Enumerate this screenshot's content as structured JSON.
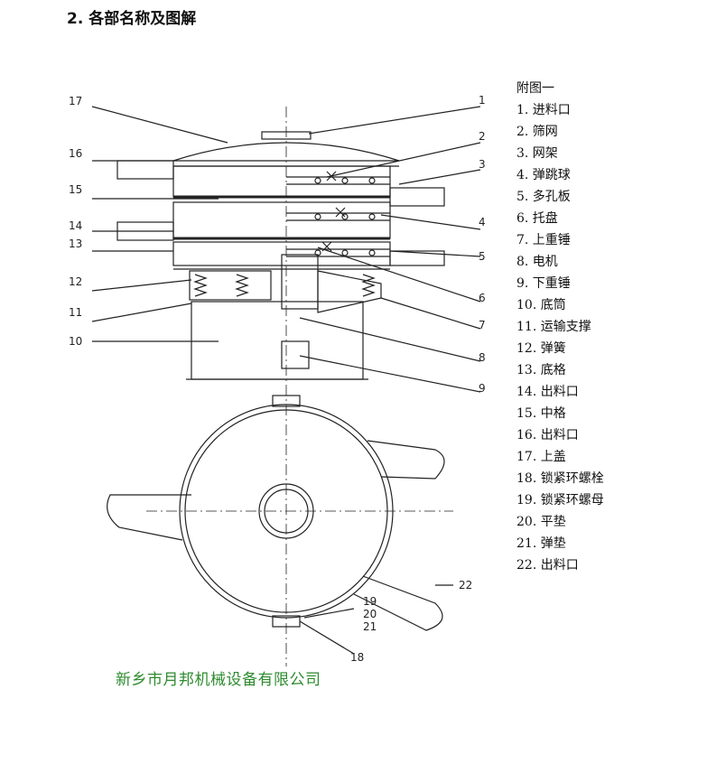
{
  "heading": "2. 各部名称及图解",
  "legend": {
    "title": "附图一",
    "items": [
      "1. 进料口",
      "2. 筛网",
      "3. 网架",
      "4. 弹跳球",
      "5. 多孔板",
      "6. 托盘",
      "7. 上重锤",
      "8. 电机",
      "9. 下重锤",
      "10. 底筒",
      "11. 运输支撑",
      "12. 弹簧",
      "13. 底格",
      "14. 出料口",
      "15. 中格",
      "16. 出料口",
      "17. 上盖",
      "18. 锁紧环螺栓",
      "19. 锁紧环螺母",
      "20. 平垫",
      "21. 弹垫",
      "22. 出料口"
    ]
  },
  "callouts": [
    "1",
    "2",
    "3",
    "4",
    "5",
    "6",
    "7",
    "8",
    "9",
    "10",
    "11",
    "12",
    "13",
    "14",
    "15",
    "16",
    "17",
    "18",
    "19",
    "20",
    "21",
    "22"
  ],
  "company": "新乡市月邦机械设备有限公司"
}
